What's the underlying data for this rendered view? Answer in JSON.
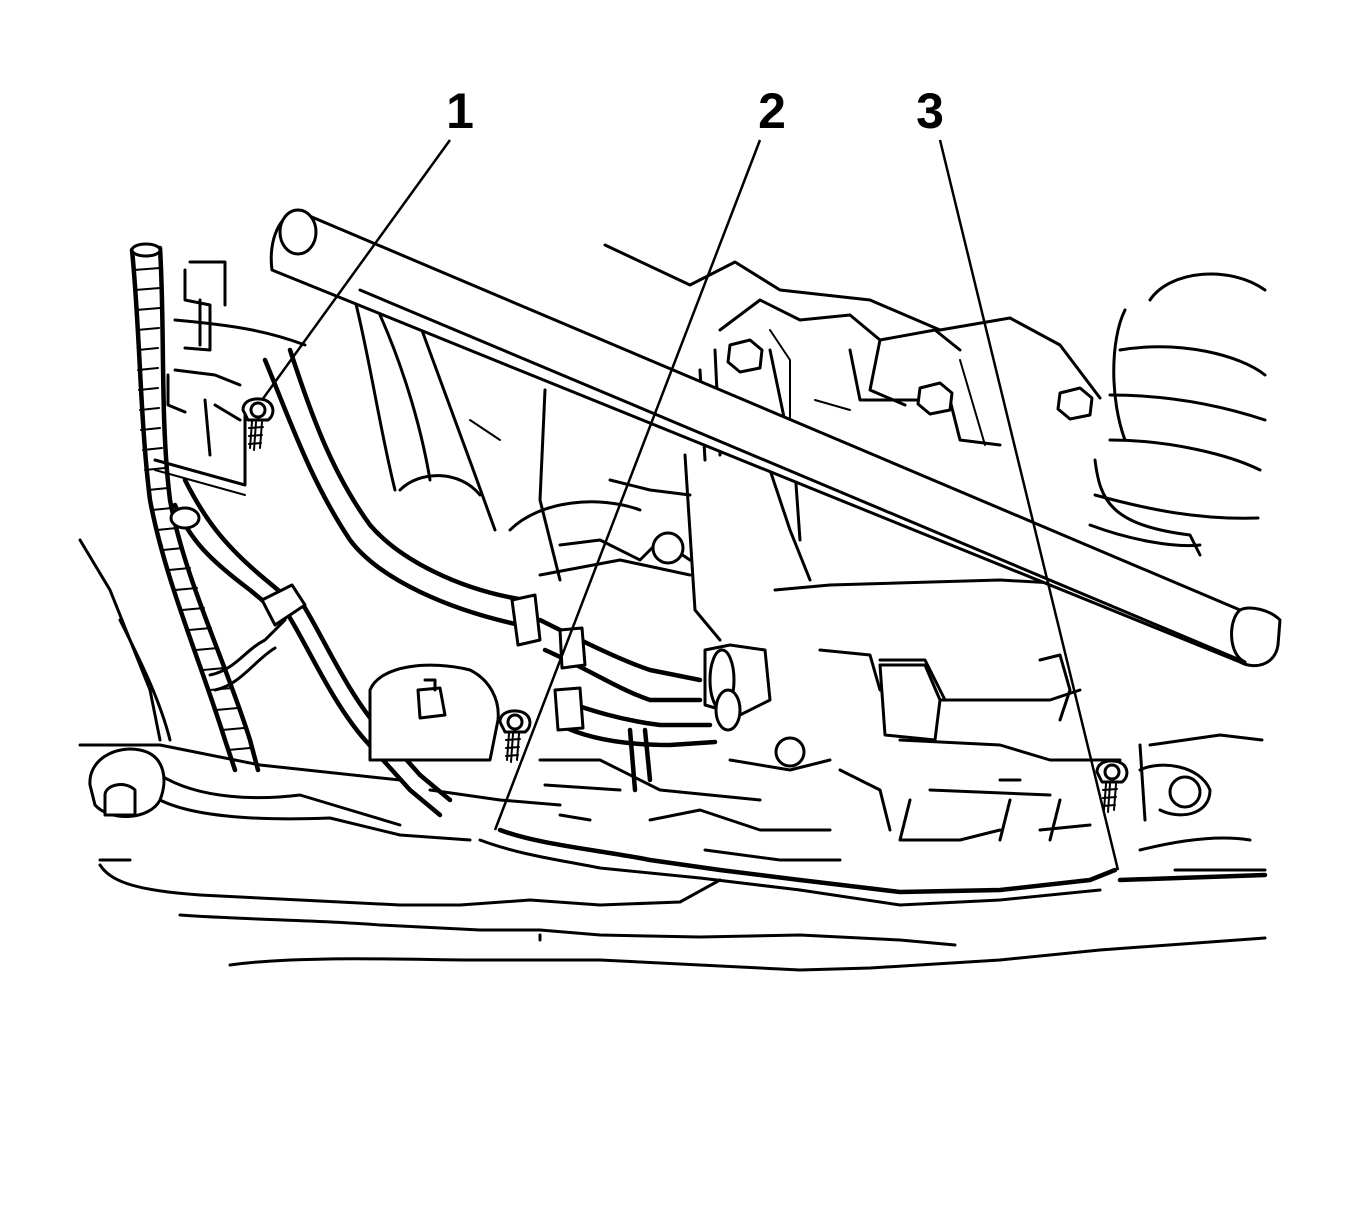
{
  "callouts": [
    {
      "id": "callout-1",
      "label": "1"
    },
    {
      "id": "callout-2",
      "label": "2"
    },
    {
      "id": "callout-3",
      "label": "3"
    }
  ],
  "colors": {
    "line": "#000000",
    "background": "#ffffff"
  }
}
